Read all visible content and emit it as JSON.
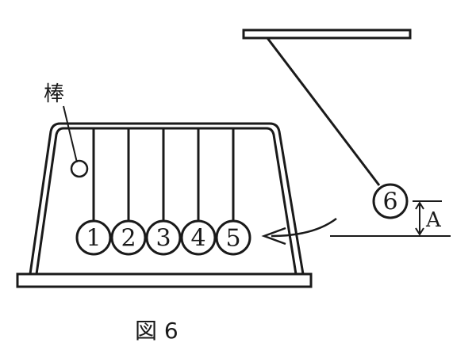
{
  "figure": {
    "rod_label": "棒",
    "balls": [
      "1",
      "2",
      "3",
      "4",
      "5"
    ],
    "swinging_ball": "6",
    "height_label": "A",
    "caption": "図 6"
  },
  "colors": {
    "ink": "#1a1a1a",
    "background": "#ffffff"
  }
}
